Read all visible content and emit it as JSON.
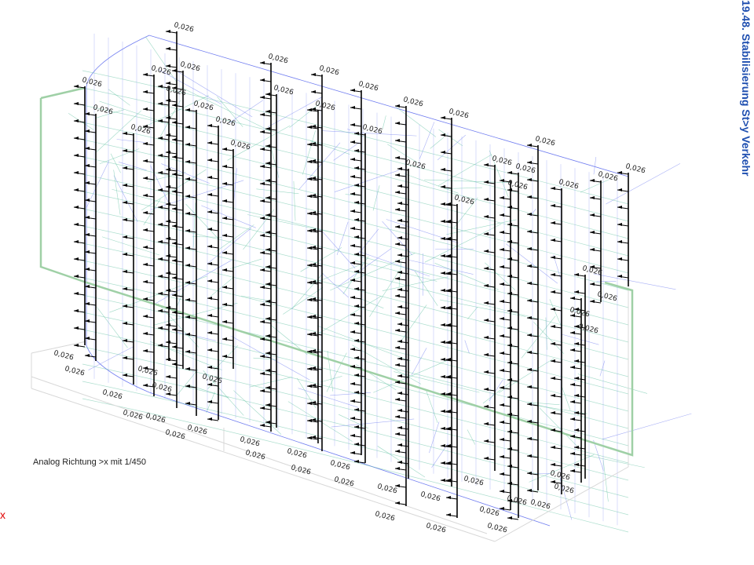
{
  "header": {
    "title": "19.48. Stabilisierung St>y Verkehr"
  },
  "drawing": {
    "load_label": "0,026",
    "note": "Analog Richtung >x mit 1/450",
    "axis_label": "x"
  },
  "colors": {
    "title": "#1f4fb0",
    "axis": "#e00000",
    "frame": "#9fd0a6",
    "members_blue": "#6f7cf0",
    "members_green": "#5ec0a0",
    "load": "#000000"
  }
}
